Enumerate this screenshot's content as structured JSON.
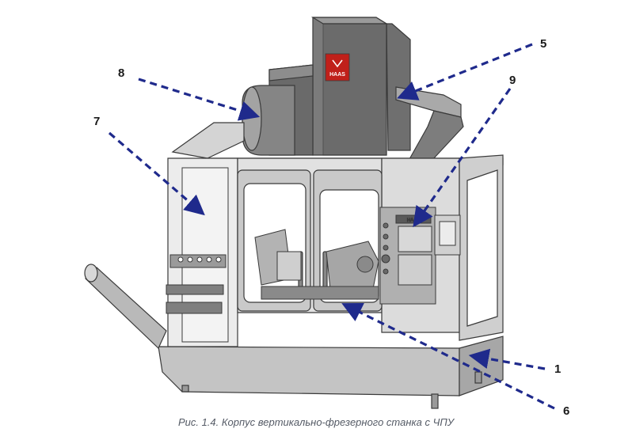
{
  "figure": {
    "caption": "Рис. 1.4. Корпус вертикально-фрезерного станка с ЧПУ",
    "brand_logo_text": "HAAS",
    "panel_label": "HAAS",
    "callouts": [
      {
        "id": "1",
        "label": "1"
      },
      {
        "id": "5",
        "label": "5"
      },
      {
        "id": "6",
        "label": "6"
      },
      {
        "id": "7",
        "label": "7"
      },
      {
        "id": "8",
        "label": "8"
      },
      {
        "id": "9",
        "label": "9"
      }
    ],
    "colors": {
      "arrow": "#1f2a8c",
      "body_light": "#e9e9e9",
      "body_dark": "#8e8e8e",
      "logo": "#c0201a"
    }
  }
}
